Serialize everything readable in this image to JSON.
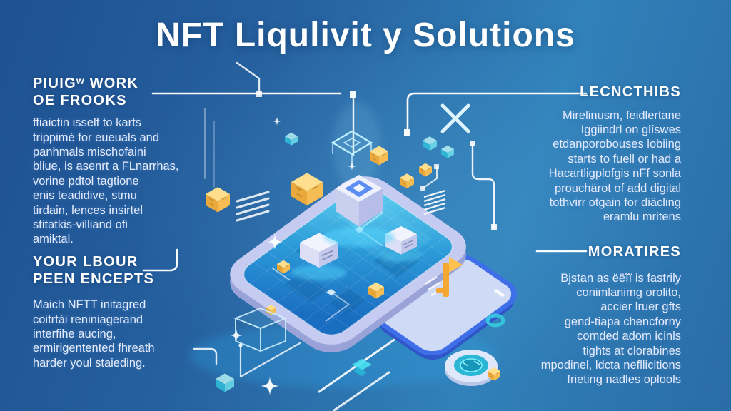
{
  "title": "NFT Liqulivit y Solutions",
  "colors": {
    "background_left": "#1e5191",
    "background_right": "#3181ba",
    "accent_gold": "#f2b744",
    "accent_teal": "#38cfe2",
    "tablet_frame": "#c6cbf1",
    "phone_border": "#3f6fe8",
    "text_body": "#e3eafb",
    "text_heading": "#ffffff"
  },
  "callouts": {
    "top_left": {
      "heading": "PIUIGʷ WORK\nOE FROOKS",
      "body": "ffiaictin isself to karts\ntrippimé for eueuals and\npanhmals mischofaini\nbliue, is asenrt a FLnarrhas,\nvorine pdtol tagtione\nenis teadidive, stmu\ntirdain, lences insirtel\nstitatkis-villiand ofi\namiktal."
    },
    "bottom_left": {
      "heading": "YOUR LBOUR\nPEEN ENCEPTS",
      "body": "Maich NFTT initagred\ncoitrtái reniniagerand\ninterfihe aucing,\nermirigentented fhreath\nharder youl staieding."
    },
    "top_right": {
      "heading": "LECNCTHIBS",
      "body": "Mirelinusm, feidlertane\nIggiindrl on glîswes\netdanporobouses lobiing\nstarts to fuell or had a\nHacartligplofgis nFf sonla\nprouchärot of add digital\ntothvirr otgain for diäcling\neramlu mritens"
    },
    "bottom_right": {
      "heading": "MORATIRES",
      "body": "Bjstan as ëëĩï is fastrily\nconimlanimg orolito,\naccier lruer gfts\ngend-tiapa chencforny\ncomded adom icinls\ntights at clorabines\nmpodinel, ldcta nefllicitions\nfrieting nadles oplools"
    }
  }
}
